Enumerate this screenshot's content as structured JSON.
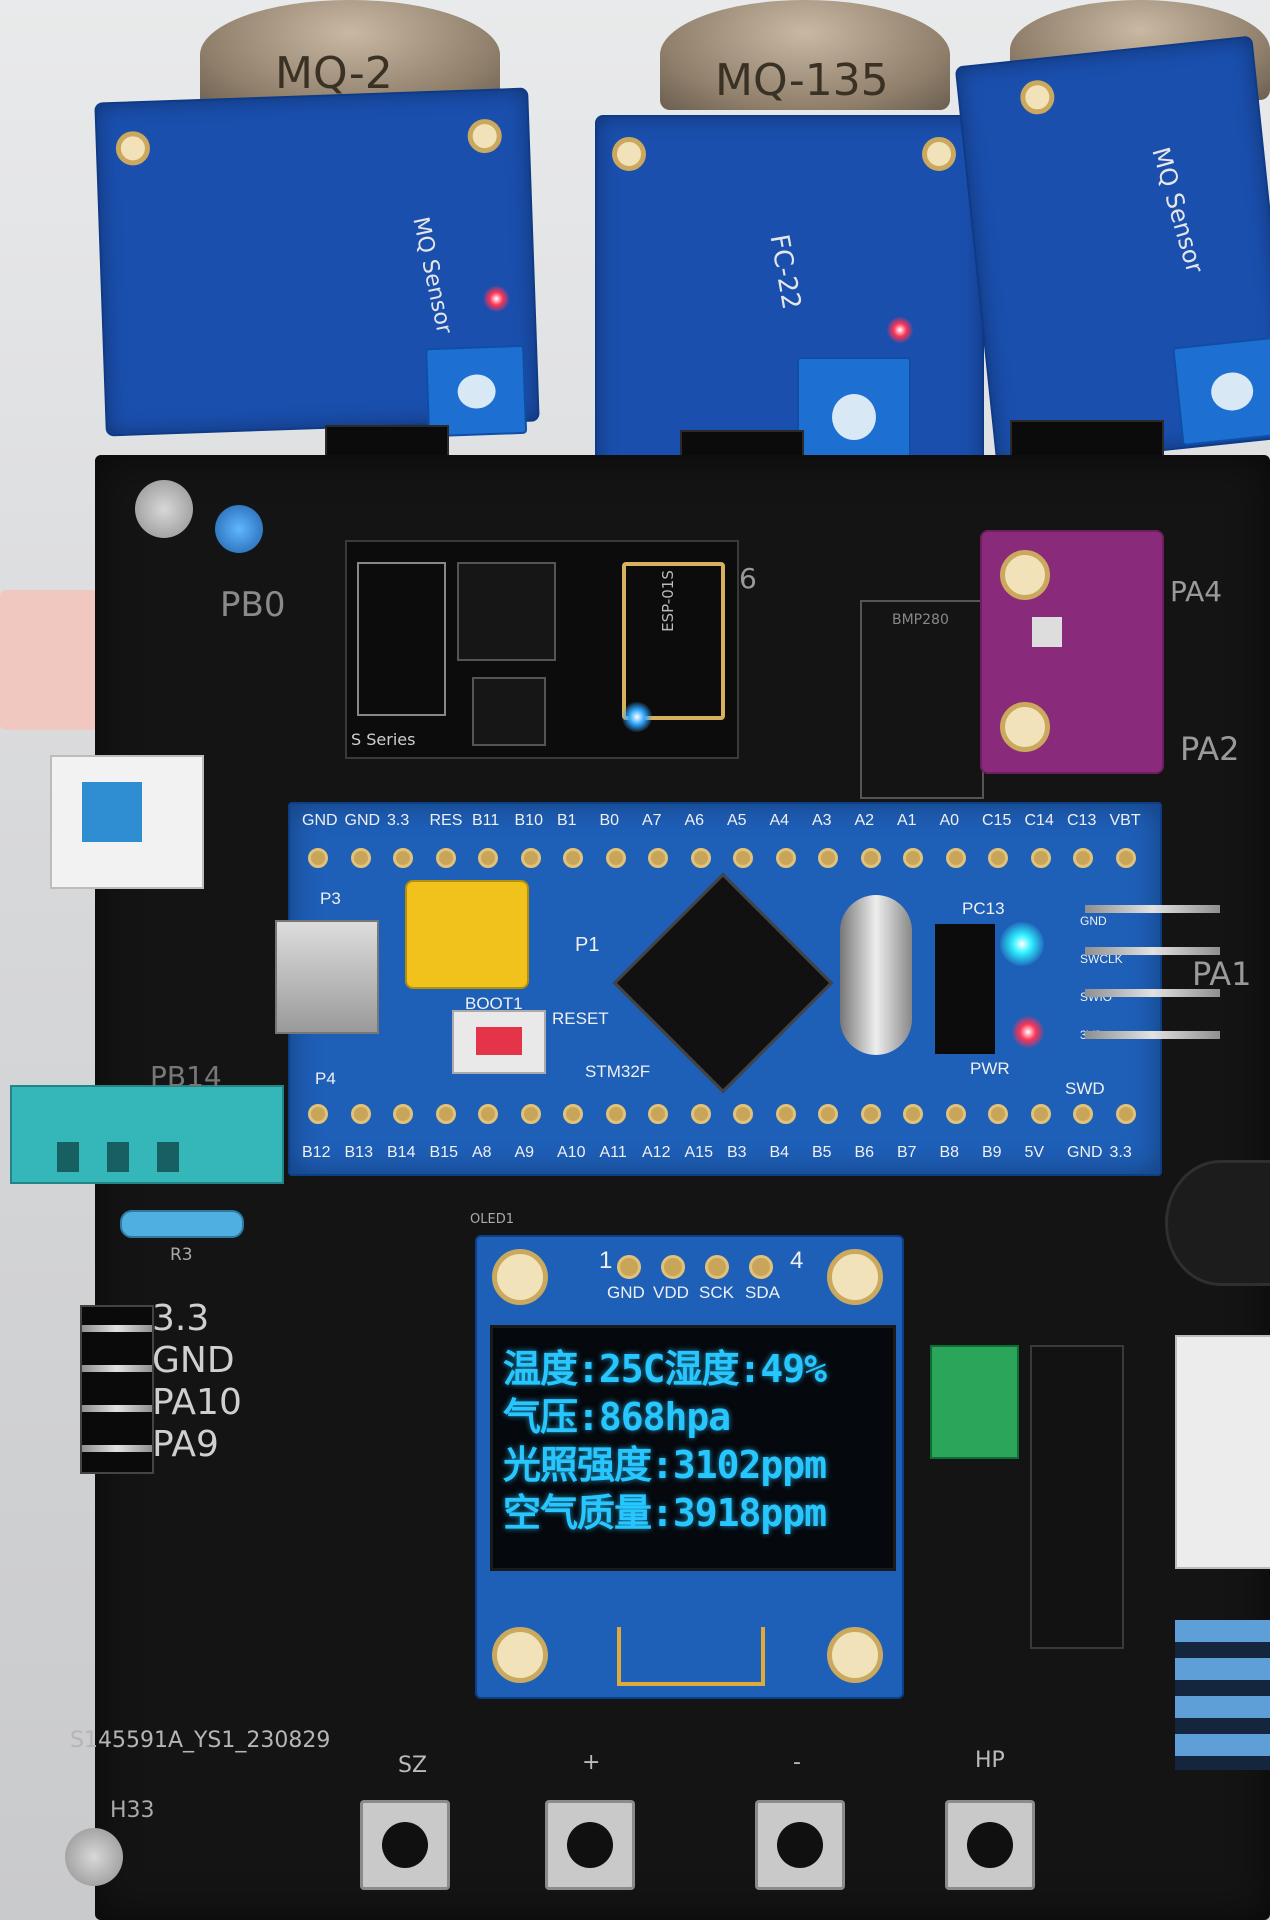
{
  "sensors": [
    {
      "can_label": "MQ-2",
      "board_label": "MQ Sensor"
    },
    {
      "can_label": "MQ-135",
      "board_label": "FC-22"
    },
    {
      "can_label": "",
      "board_label": "MQ Sensor"
    }
  ],
  "esp": {
    "label": "S Series",
    "pin_hint": "6",
    "chip_text": "ESP-01S"
  },
  "bmp": {
    "label": "BMP280"
  },
  "silkscreen": {
    "pb0": "PB0",
    "pb14": "PB14",
    "pa4": "PA4",
    "pa2": "PA2",
    "pa1": "PA1",
    "r3": "R3",
    "oled_ref": "OLED1",
    "board_id": "S145591A_YS1_230829",
    "h33": "H33",
    "left_header": [
      "3.3",
      "GND",
      "PA10",
      "PA9"
    ]
  },
  "bluepill": {
    "top_pins": [
      "GND",
      "GND",
      "3.3",
      "RES",
      "B11",
      "B10",
      "B1",
      "B0",
      "A7",
      "A6",
      "A5",
      "A4",
      "A3",
      "A2",
      "A1",
      "A0",
      "C15",
      "C14",
      "C13",
      "VBT"
    ],
    "bottom_pins": [
      "B12",
      "B13",
      "B14",
      "B15",
      "A8",
      "A9",
      "A10",
      "A11",
      "A12",
      "A15",
      "B3",
      "B4",
      "B5",
      "B6",
      "B7",
      "B8",
      "B9",
      "5V",
      "GND",
      "3.3"
    ],
    "boot_label": "BOOT1",
    "reset_label": "RESET",
    "mcu_label": "STM32F",
    "p1": "P1",
    "p3": "P3",
    "p4": "P4",
    "pc13": "PC13",
    "pwr": "PWR",
    "swd": "SWD",
    "swd_pins": [
      "GND",
      "SWCLK",
      "SWIO",
      "3V3"
    ]
  },
  "oled": {
    "pin_header_labels": [
      "GND",
      "VDD",
      "SCK",
      "SDA"
    ],
    "pin_numbers": [
      "1",
      "4"
    ],
    "lines": [
      "温度:25C湿度:49%",
      "气压:868hpa",
      "光照强度:3102ppm",
      "空气质量:3918ppm"
    ],
    "color": "#27c6ff"
  },
  "buttons": [
    {
      "label": "SZ"
    },
    {
      "label": "+"
    },
    {
      "label": "-"
    },
    {
      "label": "HP"
    }
  ]
}
